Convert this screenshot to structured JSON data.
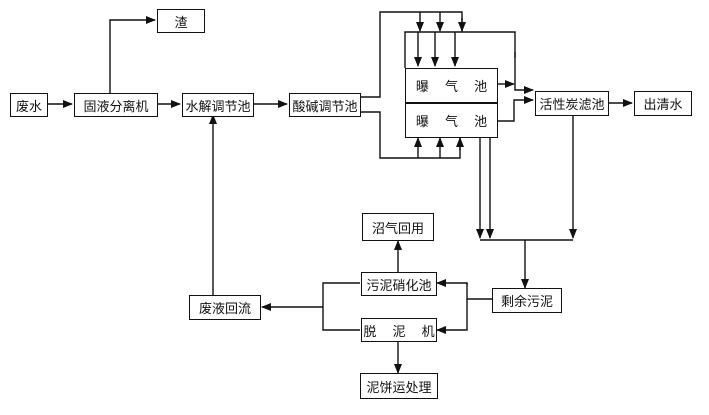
{
  "diagram": {
    "nodes": {
      "wastewater": "废水",
      "separator": "固液分离机",
      "residue": "渣",
      "hydrolysis": "水解调节池",
      "acid_base": "酸碱调节池",
      "aeration_1": "曝 气 池",
      "aeration_2": "曝 气 池",
      "carbon_filter": "活性炭滤池",
      "effluent": "出清水",
      "biogas_reuse": "沼气回用",
      "sludge_digestion": "污泥硝化池",
      "waste_liquid_return": "废液回流",
      "excess_sludge": "剩余污泥",
      "dewatering": "脱 泥 机",
      "cake_disposal": "泥饼运处理"
    }
  }
}
